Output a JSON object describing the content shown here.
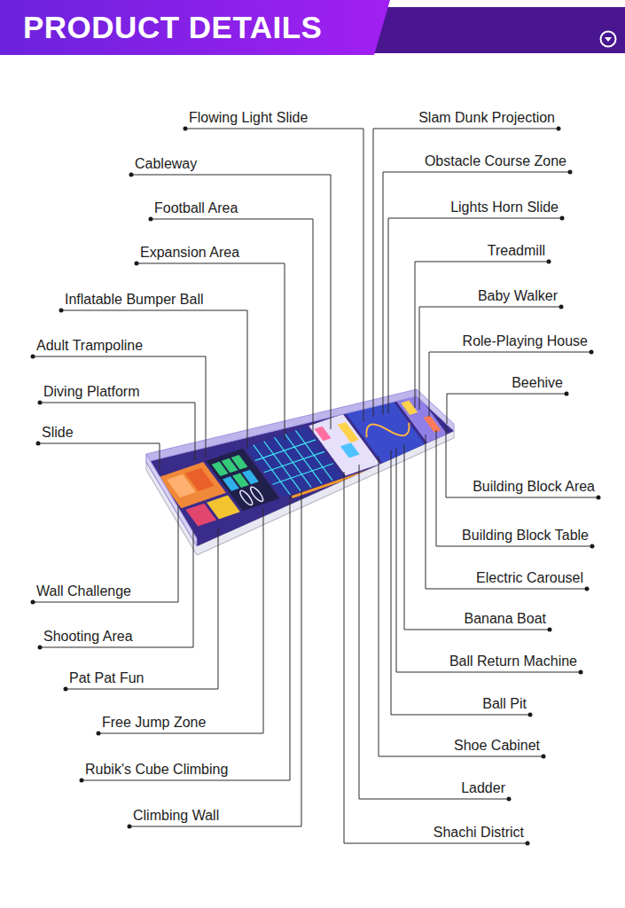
{
  "diagram": {
    "title": "PRODUCT DETAILS",
    "labels": [
      "Flowing Light Slide",
      "Slam Dunk Projection",
      "Cableway",
      "Obstacle Course Zone",
      "Football Area",
      "Lights Horn Slide",
      "Expansion Area",
      "Treadmill",
      "Baby Walker",
      "Inflatable Bumper Ball",
      "Role-Playing House",
      "Adult Trampoline",
      "Beehive",
      "Diving Platform",
      "Slide",
      "Building Block Area",
      "Building Block Table",
      "Electric Carousel",
      "Wall Challenge",
      "Banana Boat",
      "Shooting Area",
      "Ball Return Machine",
      "Pat Pat Fun",
      "Ball Pit",
      "Free Jump Zone",
      "Shoe Cabinet",
      "Rubik's Cube Climbing",
      "Ladder",
      "Climbing Wall",
      "Shachi District"
    ]
  }
}
